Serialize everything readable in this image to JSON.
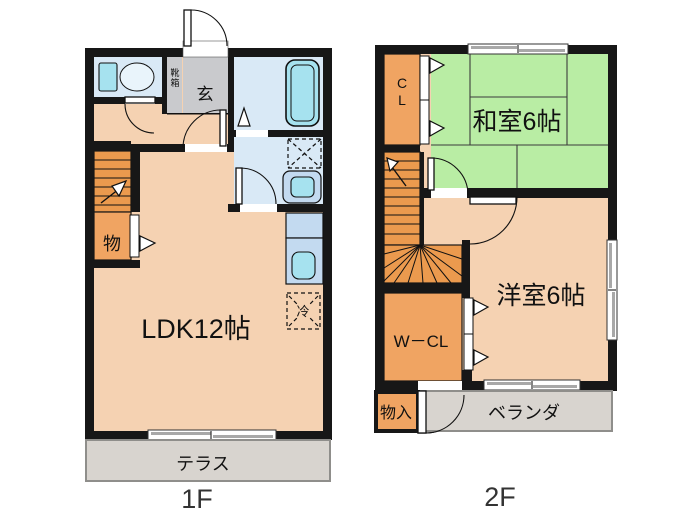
{
  "floor1": {
    "floor_label": "1F",
    "ldk_label": "LDK12帖",
    "entrance_label": "玄",
    "shoe_box_label": "靴箱",
    "storage_label": "物",
    "terrace_label": "テラス",
    "fridge_label": "冷"
  },
  "floor2": {
    "floor_label": "2F",
    "japanese_room_label": "和室6帖",
    "western_room_label": "洋室6帖",
    "closet_label": "CL",
    "walk_in_closet_label": "W－CL",
    "storage_label": "物入",
    "veranda_label": "ベランダ"
  },
  "colors": {
    "wall": "#171717",
    "floor_peach": "#f5d2b2",
    "tatami_green": "#b9eda4",
    "closet_orange": "#f0a462",
    "stairs_orange": "#eb9a4e",
    "sanitary_blue": "#d9e9f6",
    "fixture_cyan": "#a6e2ef",
    "counter_blue": "#c3daf0",
    "entrance_gray": "#c9cacd",
    "outdoor_gray": "#d8d4cf"
  }
}
